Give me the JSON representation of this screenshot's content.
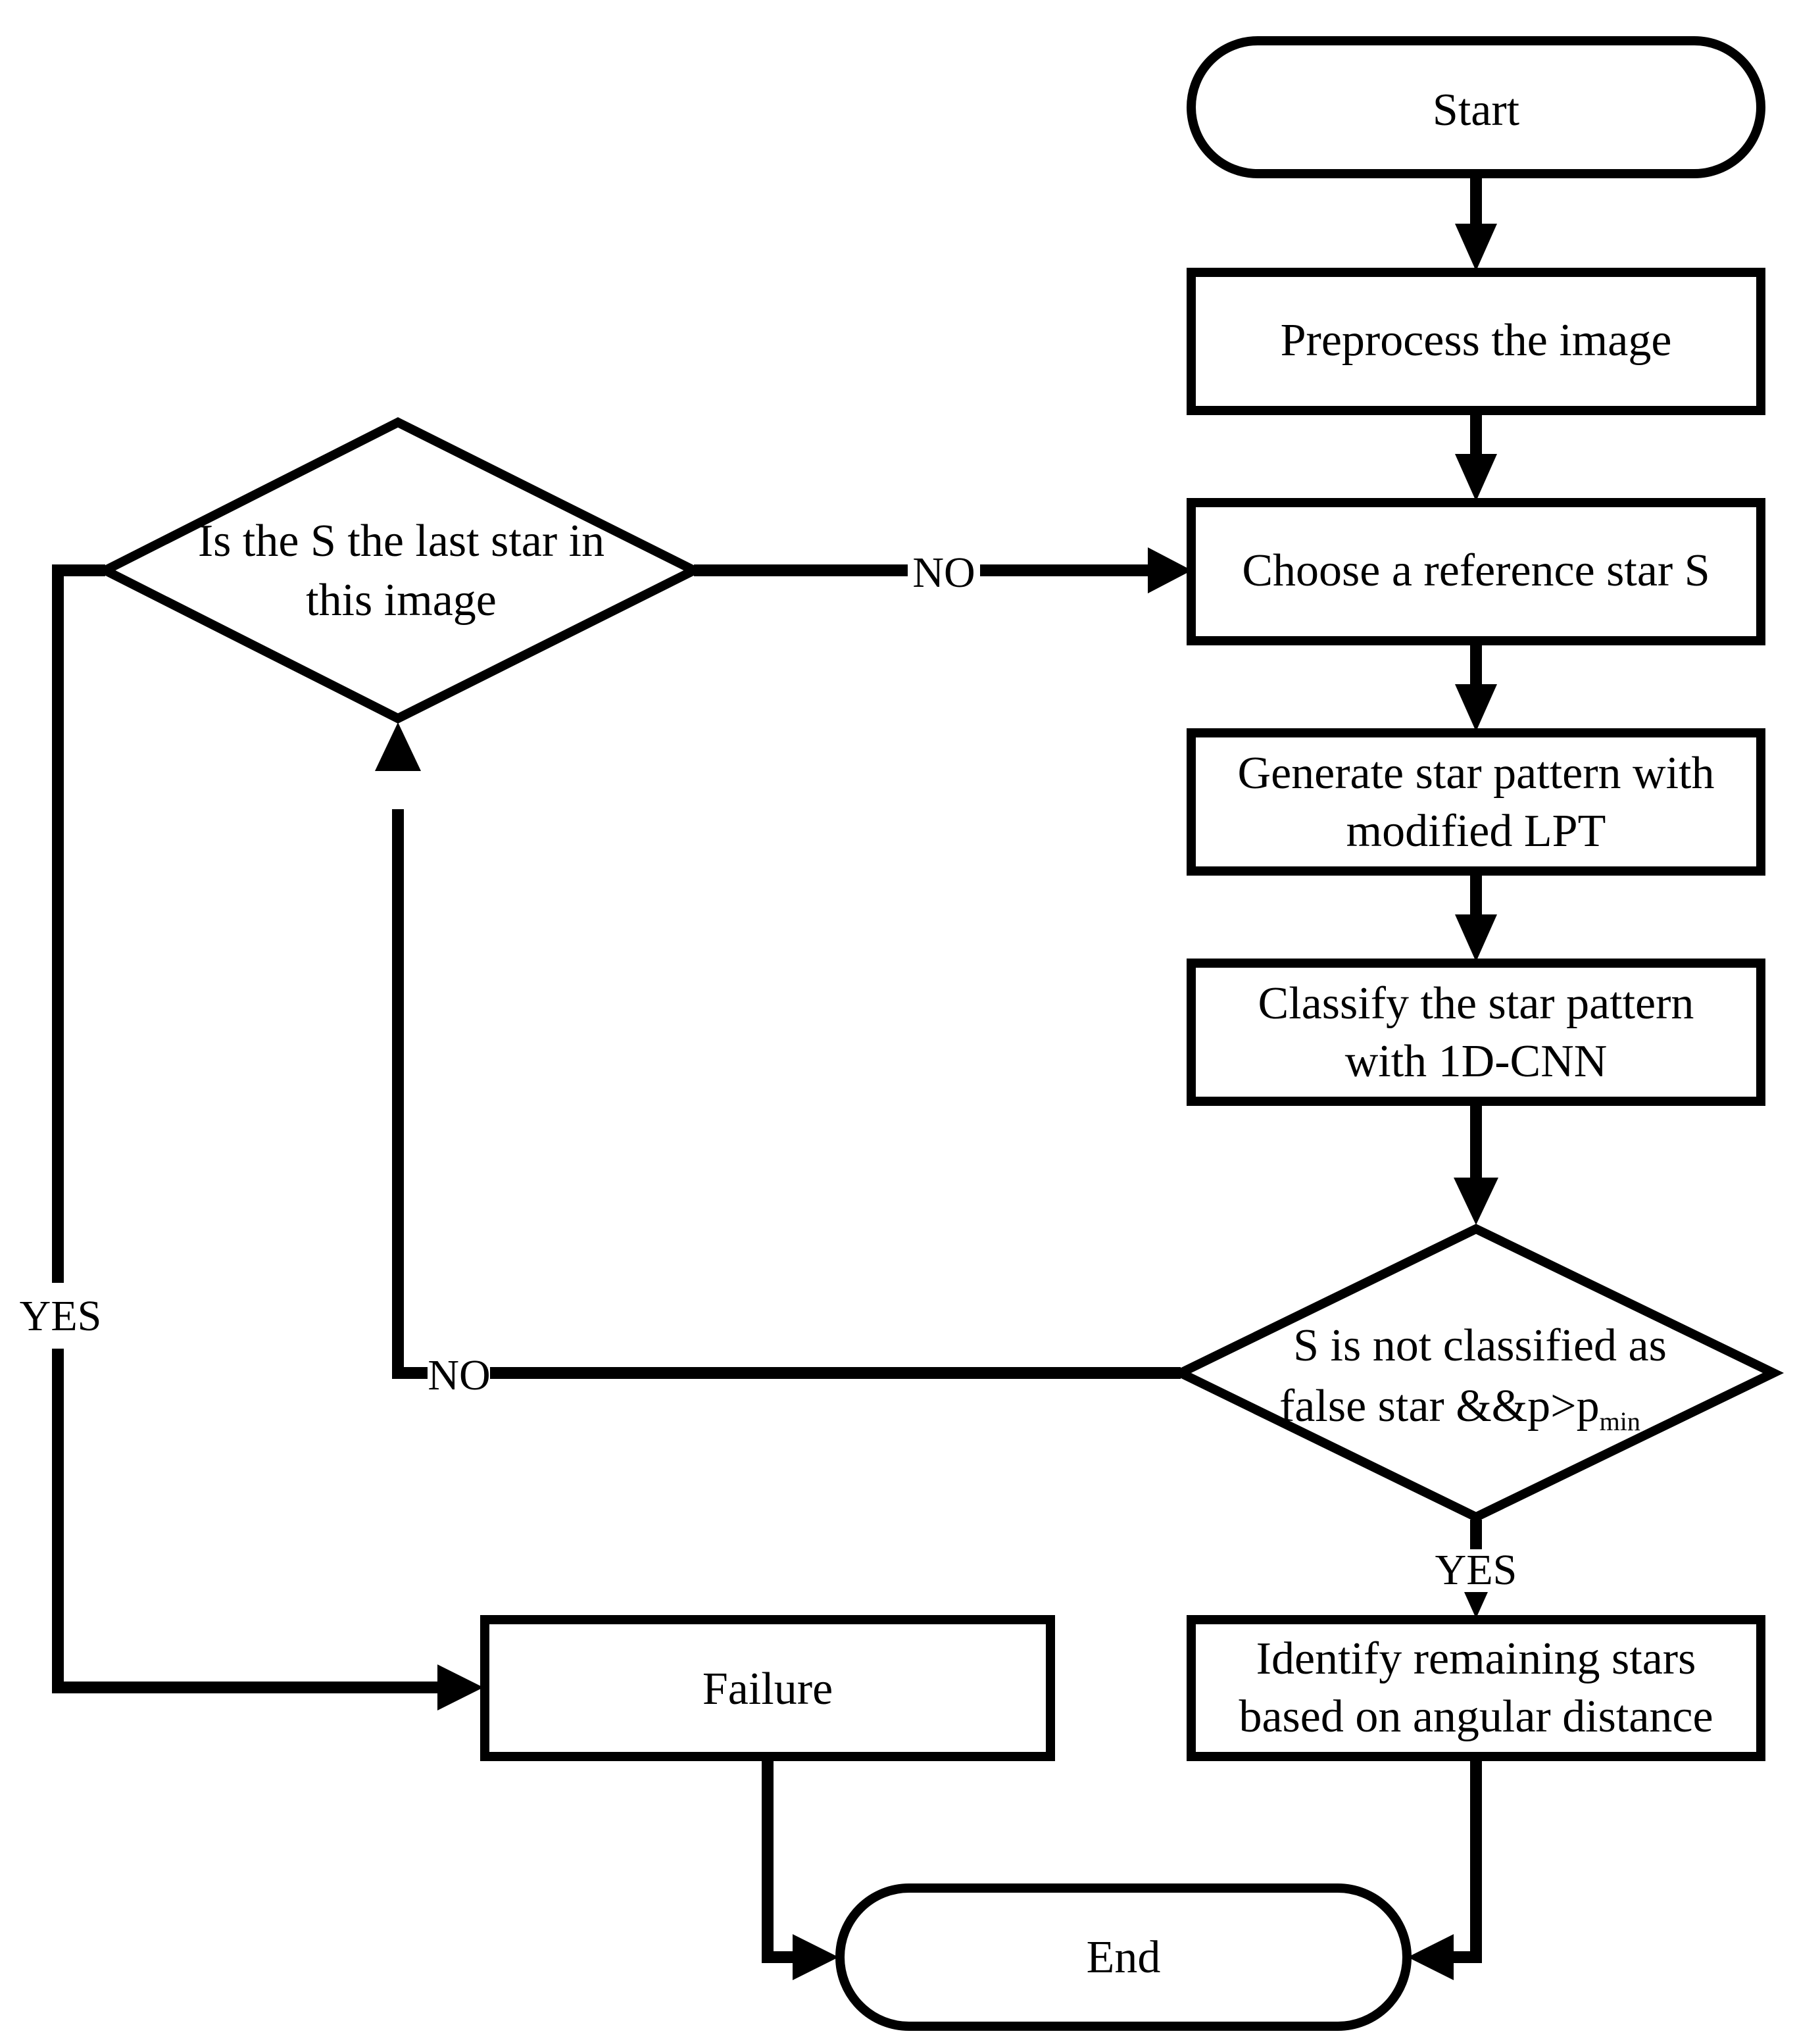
{
  "nodes": {
    "start": "Start",
    "preprocess": "Preprocess the image",
    "choose_reference": "Choose a reference star S",
    "generate_line1": "Generate star pattern with",
    "generate_line2": "modified LPT",
    "classify_line1": "Classify the star pattern",
    "classify_line2": "with 1D-CNN",
    "decision_classified_line1": "S is not classified as",
    "decision_classified_line2_main": "false star &&p>p",
    "decision_classified_line2_sub": "min",
    "decision_last_line1": "Is the S the last star in",
    "decision_last_line2": "this image",
    "identify_line1": "Identify remaining stars",
    "identify_line2": "based on angular distance",
    "failure": "Failure",
    "end": "End"
  },
  "edge_labels": {
    "last_no": "NO",
    "classified_no": "NO",
    "last_yes": "YES",
    "classified_yes": "YES"
  }
}
